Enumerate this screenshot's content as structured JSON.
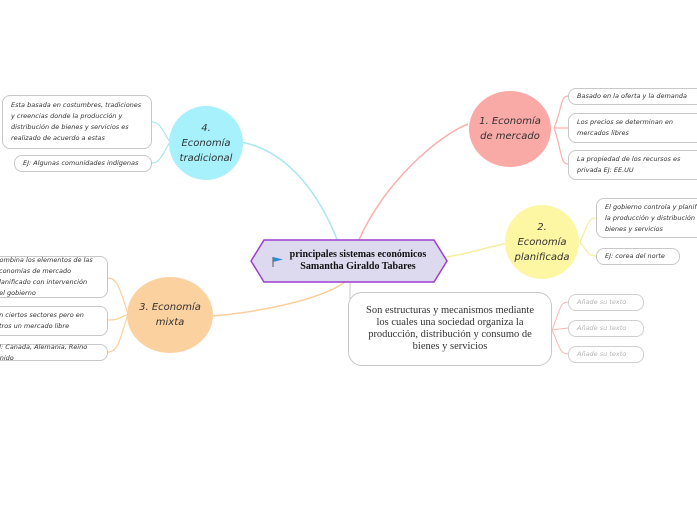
{
  "center": {
    "title": "principales sistemas económicos",
    "subtitle": "Samantha Giraldo Tabares",
    "icon": "flag-icon",
    "border_color": "#9b3fd0",
    "fill_color": "#ddd9ee"
  },
  "description": "Son estructuras y mecanismos mediante los cuales una sociedad organiza la producción, distribución y consumo de bienes y servicios",
  "branches": {
    "mercado": {
      "label": "1. Economía de mercado",
      "color": "#f9a9a6",
      "items": [
        "Basado en la oferta y la demanda",
        "Los precios se determinan en mercados libres",
        "La propiedad de los recursos es privada EJ: EE.UU"
      ]
    },
    "planificada": {
      "label": "2. Economía planificada",
      "color": "#fdf6a3",
      "items": [
        "El gobierno controla y planifica la producción y distribución de bienes y servicios",
        "EJ: corea del norte"
      ]
    },
    "mixta": {
      "label": "3. Economía mixta",
      "color": "#fcd1a0",
      "items": [
        "Combina los elementos de las economías de mercado planificado con intervención del gobierno",
        "En ciertos sectores pero en otros un mercado libre",
        "EJ: Canada, Alemania, Reino Unido"
      ]
    },
    "tradicional": {
      "label": "4. Economía tradicional",
      "color": "#a6f1fb",
      "items": [
        "Esta basada en costumbres, tradiciones y creencias donde la producción y distribución de bienes y servicios es realizado de acuerdo a estas",
        "EJ: Algunas comunidades indígenas"
      ]
    }
  },
  "placeholders": [
    "Añade su texto",
    "Añade su texto",
    "Añade su texto"
  ]
}
